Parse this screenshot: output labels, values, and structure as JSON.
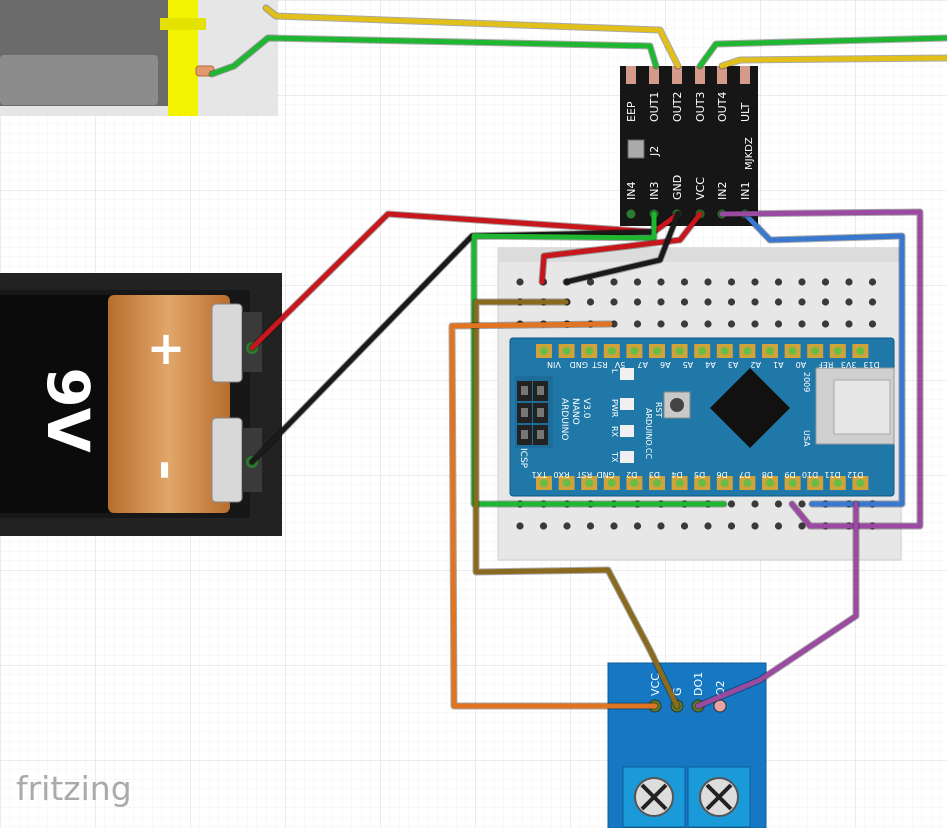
{
  "app": {
    "logo_text": "fritzing"
  },
  "battery": {
    "label": "9V",
    "plus": "+",
    "minus": "-"
  },
  "driver": {
    "top_pins": [
      "EEP",
      "OUT1",
      "OUT2",
      "OUT3",
      "OUT4",
      "ULT"
    ],
    "bottom_pins": [
      "IN4",
      "IN3",
      "GND",
      "VCC",
      "IN2",
      "IN1"
    ],
    "jumper": "J2",
    "part_code": "MJKDZ"
  },
  "nano": {
    "top_pins": [
      "VIN",
      "GND",
      "RST",
      "5V",
      "A7",
      "A6",
      "A5",
      "A4",
      "A3",
      "A2",
      "A1",
      "A0",
      "REF",
      "3V3",
      "D13"
    ],
    "bottom_pins": [
      "TX1",
      "RX0",
      "RST",
      "GND",
      "D2",
      "D3",
      "D4",
      "D5",
      "D6",
      "D7",
      "D8",
      "D9",
      "D10",
      "D11",
      "D12"
    ],
    "brand_lines": [
      "ARDUINO",
      "NANO",
      "V3.0"
    ],
    "site": "ARDUINO.CC",
    "icsp": "ICSP",
    "led_labels": [
      "L",
      "PWR",
      "RX",
      "TX"
    ],
    "rst_label": "RST",
    "usb_label": "USA",
    "year": "2009"
  },
  "sensor": {
    "pins": [
      "VCC",
      "G",
      "DO1",
      "O2"
    ]
  },
  "colors": {
    "red": "#c8161d",
    "black": "#1a1a1a",
    "green": "#1fb631",
    "yellow": "#e2c01a",
    "blue": "#3a78d0",
    "purple": "#9b4aa2",
    "orange": "#e07420",
    "olive": "#8a6a1e",
    "board": "#1f78a8",
    "sensor": "#1677c2"
  }
}
